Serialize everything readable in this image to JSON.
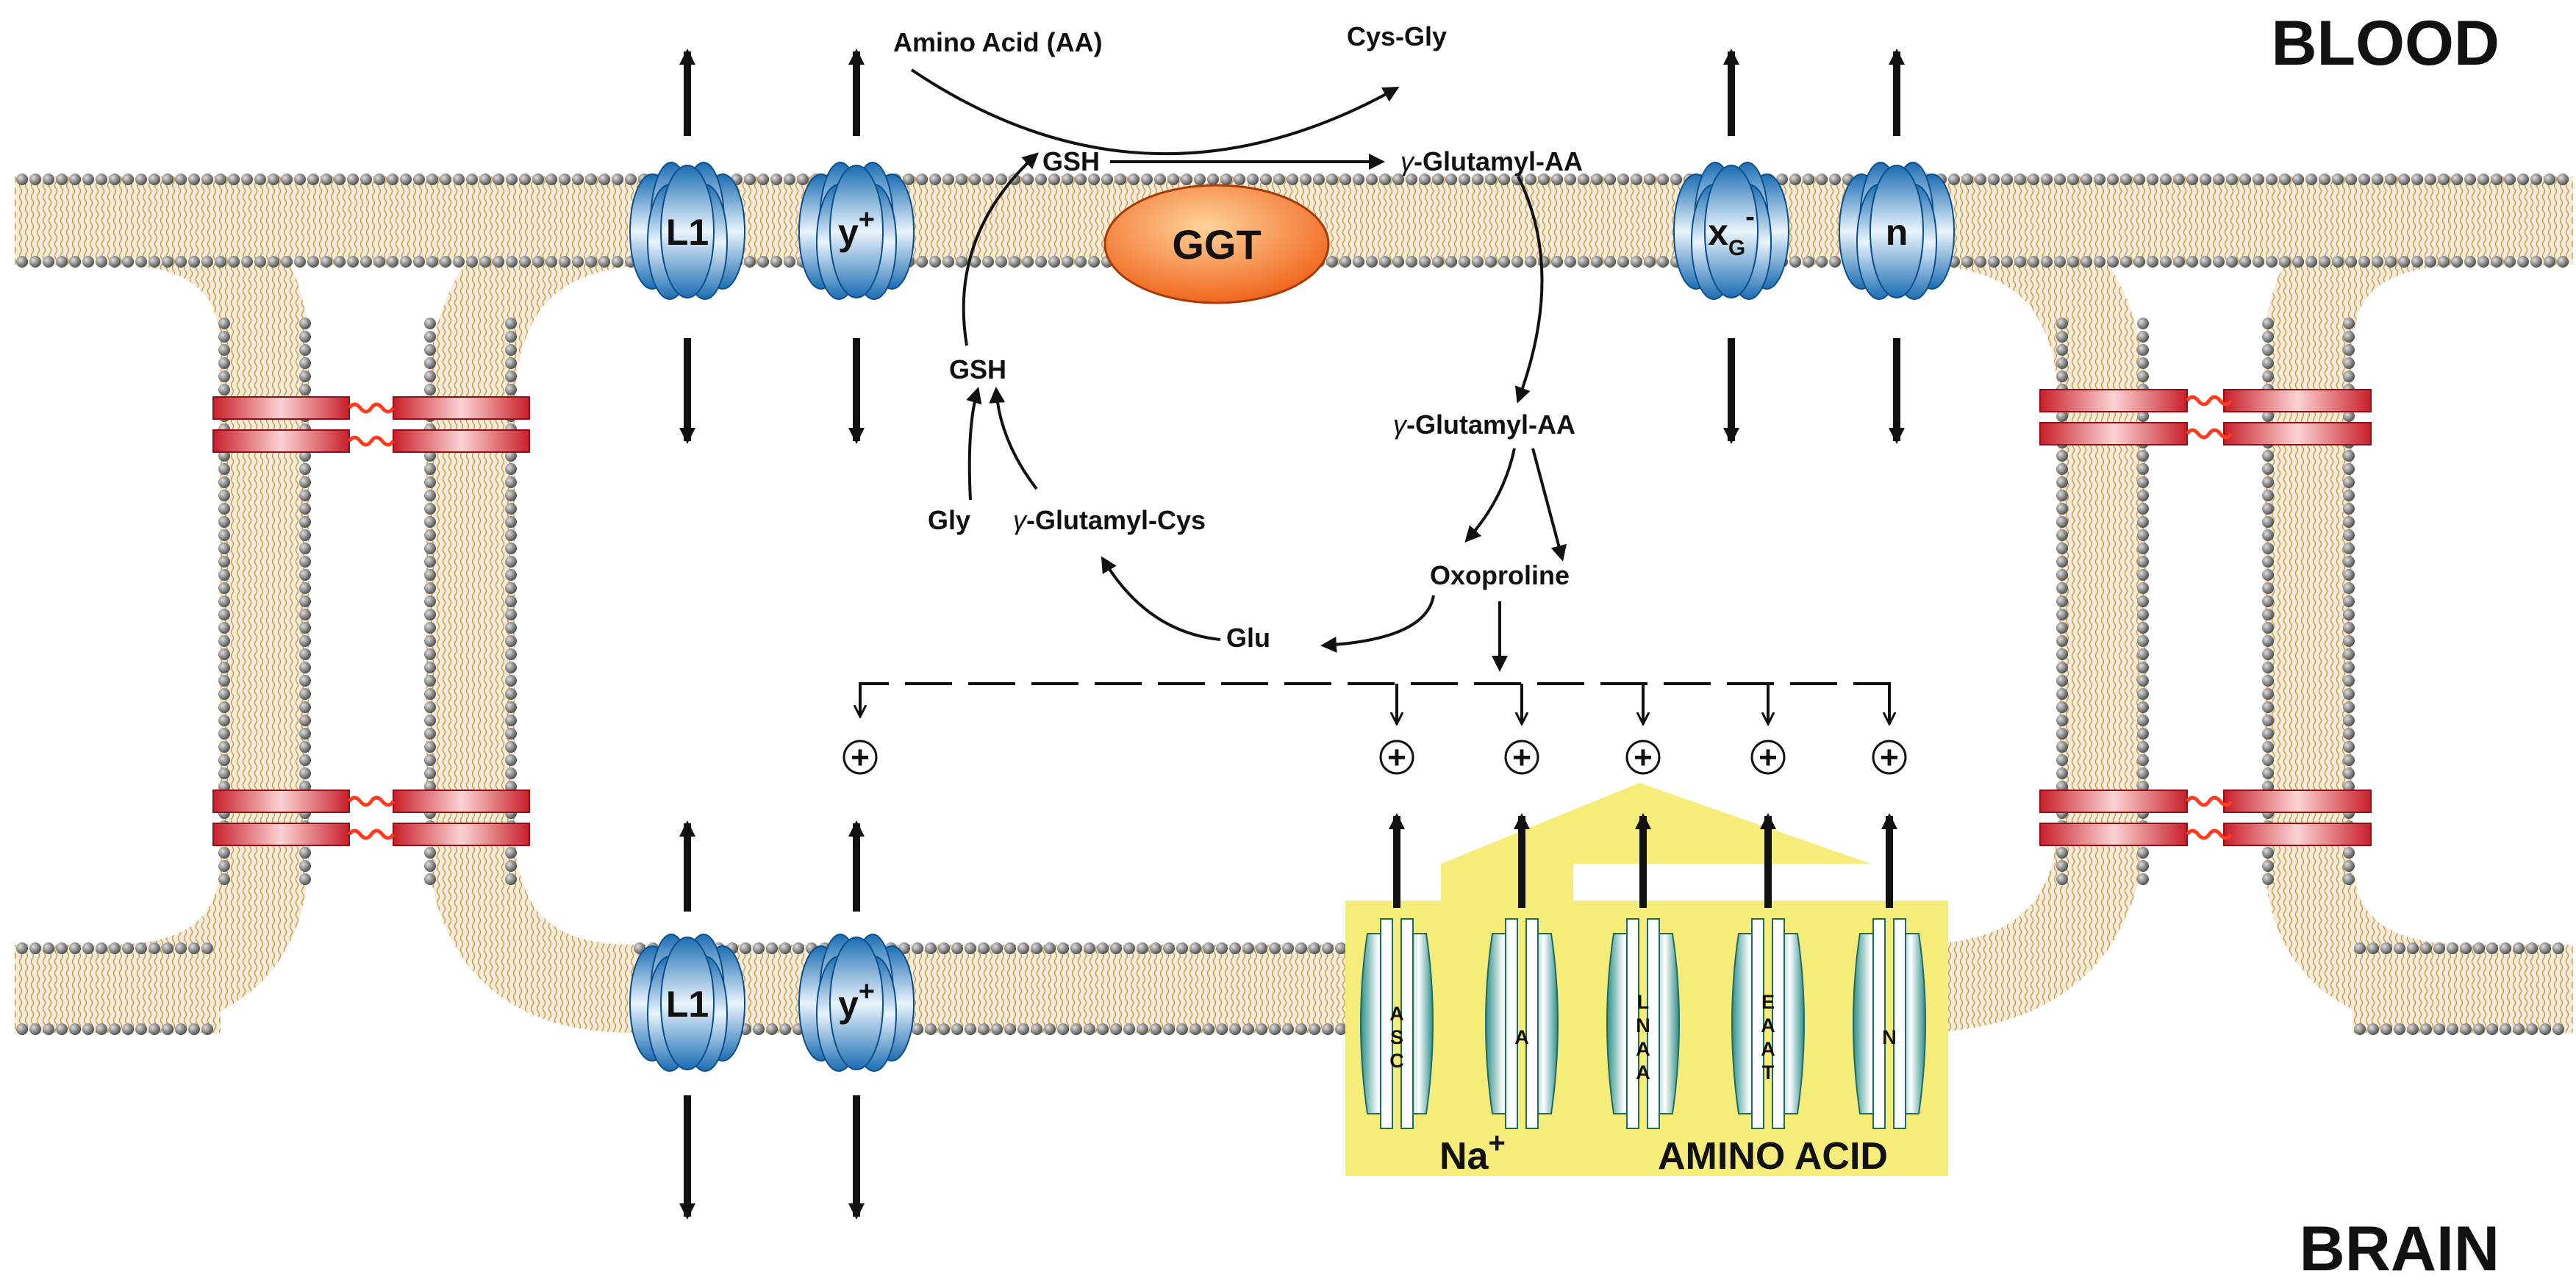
{
  "regions": {
    "top": "BLOOD",
    "bottom": "BRAIN"
  },
  "enzyme": {
    "label": "GGT"
  },
  "luminal_transporters": [
    {
      "id": "L1",
      "label": "L1",
      "superscript": ""
    },
    {
      "id": "y",
      "label": "y",
      "superscript": "+"
    },
    {
      "id": "xg",
      "label": "x",
      "subscript": "G",
      "superscript": "-"
    },
    {
      "id": "n",
      "label": "n",
      "superscript": ""
    }
  ],
  "abluminal_transporters": [
    {
      "id": "L1",
      "label": "L1",
      "superscript": ""
    },
    {
      "id": "y",
      "label": "y",
      "superscript": "+"
    }
  ],
  "sodium_transporters": [
    "ASC",
    "A",
    "LNAA",
    "EAAT",
    "N"
  ],
  "cycle": {
    "amino_acid": "Amino Acid (AA)",
    "cys_gly": "Cys-Gly",
    "gsh_top": "GSH",
    "glutamyl_aa_top": "-Glutamyl-AA",
    "gsh_mid": "GSH",
    "glutamyl_aa_mid": "-Glutamyl-AA",
    "gly": "Gly",
    "glutamyl_cys": "-Glutamyl-Cys",
    "oxoproline": "Oxoproline",
    "glu": "Glu",
    "gamma": "γ"
  },
  "box": {
    "na": "Na",
    "na_superscript": "+",
    "amino_acid": "AMINO ACID"
  },
  "stimulation_symbol": "+",
  "colors": {
    "lipid_head": "#8a8a8a",
    "lipid_tail": "#c8a25a",
    "transporter_blue": "#2a7fc4",
    "ggt_orange": "#f26b21",
    "junction_red": "#d42a33",
    "box_yellow": "#f5ec7a",
    "sodium_teal": "#3aa7a0"
  }
}
